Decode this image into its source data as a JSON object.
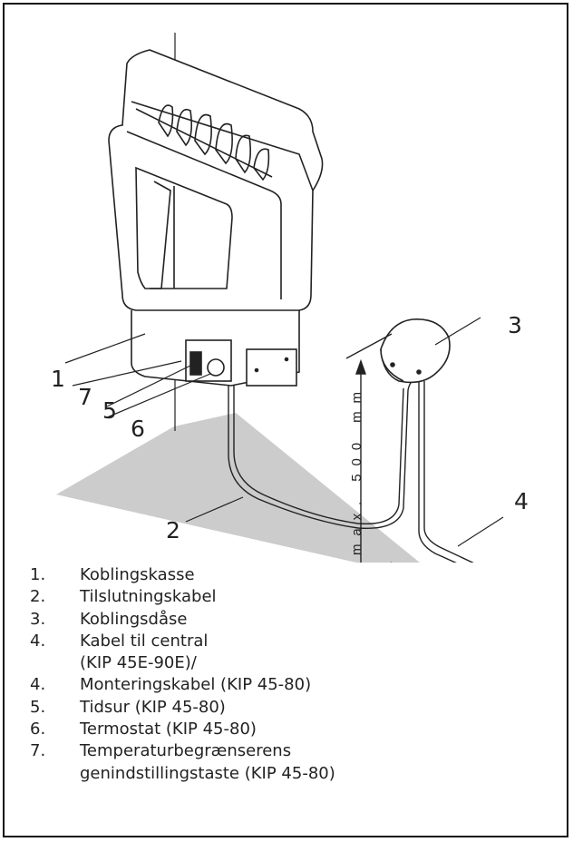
{
  "dimension_label": "max. 500 mm",
  "callouts": [
    "1",
    "2",
    "3",
    "4",
    "5",
    "6",
    "7"
  ],
  "legend": [
    {
      "num": "1.",
      "lines": [
        "Koblingskasse"
      ]
    },
    {
      "num": "2.",
      "lines": [
        "Tilslutningskabel"
      ]
    },
    {
      "num": "3.",
      "lines": [
        "Koblingsdåse"
      ]
    },
    {
      "num": "4.",
      "lines": [
        "Kabel til central",
        "(KIP 45E-90E)/"
      ]
    },
    {
      "num": "4.",
      "lines": [
        "Monteringskabel (KIP 45-80)"
      ]
    },
    {
      "num": "5.",
      "lines": [
        "Tidsur (KIP 45-80)"
      ]
    },
    {
      "num": "6.",
      "lines": [
        "Termostat (KIP 45-80)"
      ]
    },
    {
      "num": "7.",
      "lines": [
        "Temperaturbegrænserens",
        "genindstillingstaste (KIP 45-80)"
      ]
    }
  ]
}
